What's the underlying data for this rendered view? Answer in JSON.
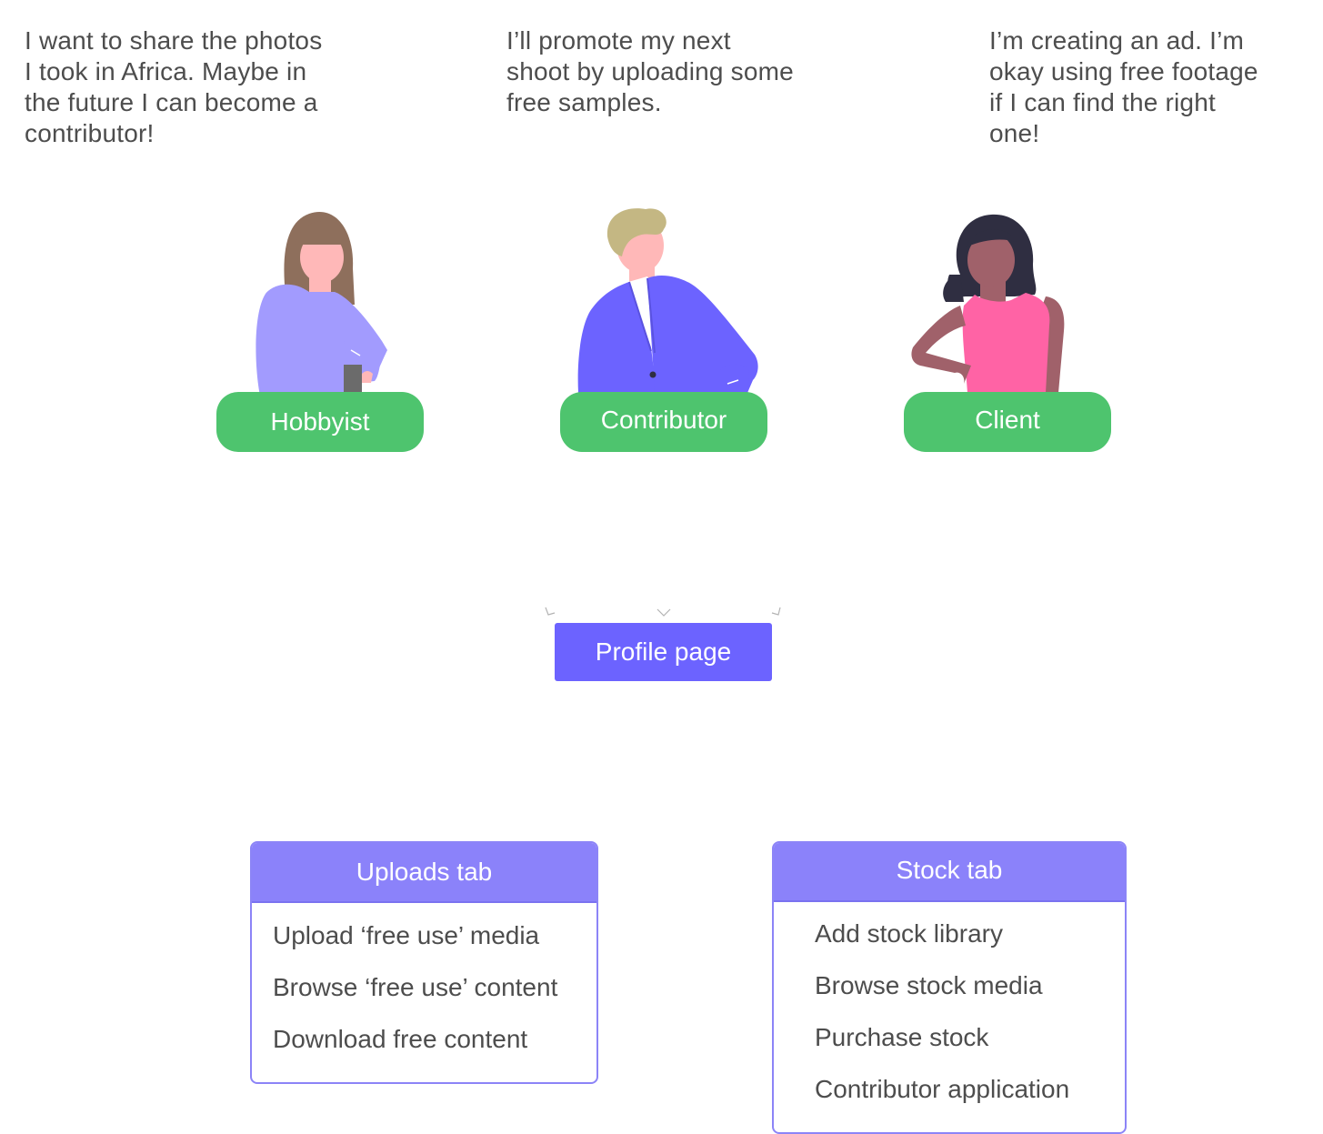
{
  "personas": [
    {
      "id": "hobbyist",
      "quote": "I want to share the photos\nI took in Africa. Maybe in\nthe future I can become a\ncontributor!",
      "label": "Hobbyist"
    },
    {
      "id": "contributor",
      "quote": "I’ll promote my next\nshoot by uploading some\nfree samples.",
      "label": "Contributor"
    },
    {
      "id": "client",
      "quote": "I’m creating an ad. I’m\nokay using free footage\nif I can find the right\none!",
      "label": "Client"
    }
  ],
  "profile_page": {
    "label": "Profile page"
  },
  "tabs": {
    "uploads": {
      "title": "Uploads tab",
      "items": [
        "Upload ‘free use’ media",
        "Browse ‘free use’ content",
        "Download free content"
      ]
    },
    "stock": {
      "title": "Stock tab",
      "items": [
        "Add stock library",
        "Browse stock media",
        "Purchase stock",
        "Contributor application"
      ]
    }
  },
  "colors": {
    "persona_pill": "#4ec46e",
    "profile_button": "#6c63ff",
    "tab_header": "#8b82fa",
    "tab_border": "#8c84f7",
    "body_text": "#4d4d4d"
  },
  "icons": {
    "hobbyist": "woman-purple-sweater-avatar",
    "contributor": "man-blue-blazer-avatar",
    "client": "woman-pink-top-avatar",
    "arrows": "arrowhead-pointing-down"
  }
}
